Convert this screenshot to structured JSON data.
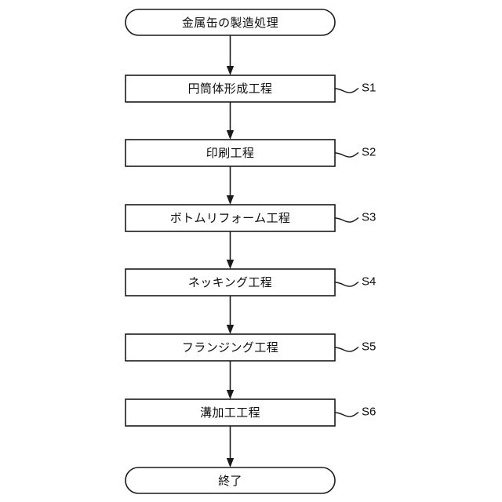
{
  "diagram": {
    "type": "flowchart",
    "orientation": "vertical",
    "background_color": "#ffffff",
    "line_color": "#1a1a1a",
    "text_color": "#0d0d0d",
    "start": {
      "shape": "terminator",
      "label": "金属缶の製造処理"
    },
    "end": {
      "shape": "terminator",
      "label": "終了"
    },
    "steps": [
      {
        "shape": "process",
        "label": "円筒体形成工程",
        "step_id": "S1"
      },
      {
        "shape": "process",
        "label": "印刷工程",
        "step_id": "S2"
      },
      {
        "shape": "process",
        "label": "ボトムリフォーム工程",
        "step_id": "S3"
      },
      {
        "shape": "process",
        "label": "ネッキング工程",
        "step_id": "S4"
      },
      {
        "shape": "process",
        "label": "フランジング工程",
        "step_id": "S5"
      },
      {
        "shape": "process",
        "label": "溝加工工程",
        "step_id": "S6"
      }
    ]
  }
}
